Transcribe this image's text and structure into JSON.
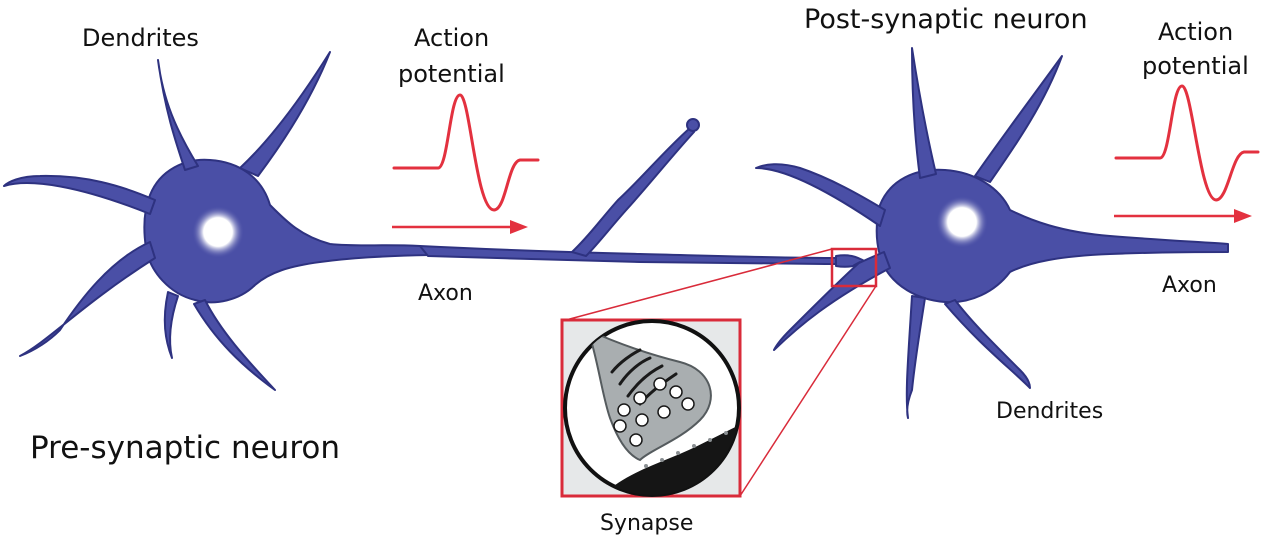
{
  "labels": {
    "dendrites_left": "Dendrites",
    "action_potential_left_line1": "Action",
    "action_potential_left_line2": "potential",
    "post_synaptic_neuron": "Post-synaptic neuron",
    "action_potential_right_line1": "Action",
    "action_potential_right_line2": "potential",
    "axon_left": "Axon",
    "axon_right": "Axon",
    "dendrites_right": "Dendrites",
    "pre_synaptic_neuron": "Pre-synaptic neuron",
    "synapse": "Synapse"
  },
  "colors": {
    "neuron": "#4a4fa6",
    "neuron_dark": "#2e3280",
    "nucleus": "#ffffff",
    "signal": "#e3313f",
    "zoom_frame": "#d92b3a",
    "terminal_gray": "#a9aeb0",
    "cleft_dark": "#151515"
  }
}
